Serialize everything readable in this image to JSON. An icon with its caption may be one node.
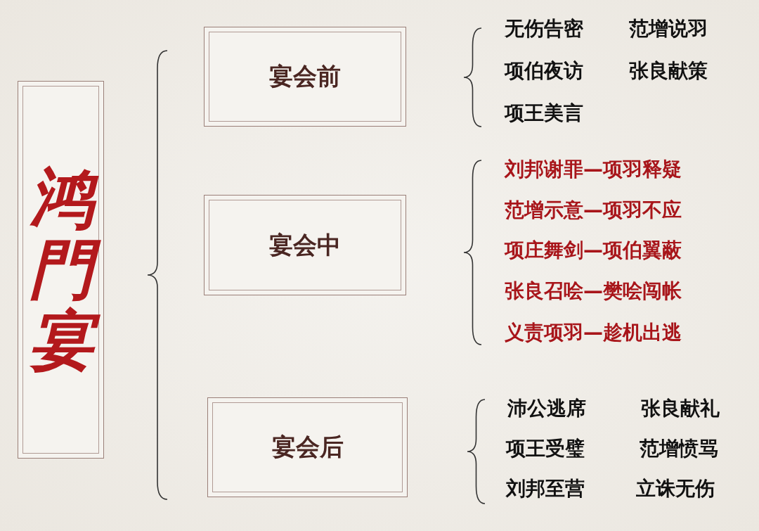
{
  "diagram": {
    "nodes": [
      {
        "text": [
          "鸿門宴"
        ]
      },
      {
        "text": [
          "宴会前"
        ]
      },
      {
        "text": [
          "宴会中"
        ]
      },
      {
        "text": [
          "宴会后"
        ]
      }
    ],
    "labels": [
      "无伤告密",
      "范增说羽",
      "项伯夜访",
      "张良献策",
      "项王美言",
      "刘邦谢罪—项羽释疑",
      "范增示意—项羽不应",
      "项庄舞剑—项伯翼蔽",
      "张良召哙—樊哙闯帐",
      "义责项羽—趁机出逃",
      "沛公逃席",
      "张良献礼",
      "项王受璧",
      "范增愤骂",
      "刘邦至营",
      "立诛无伤"
    ]
  }
}
